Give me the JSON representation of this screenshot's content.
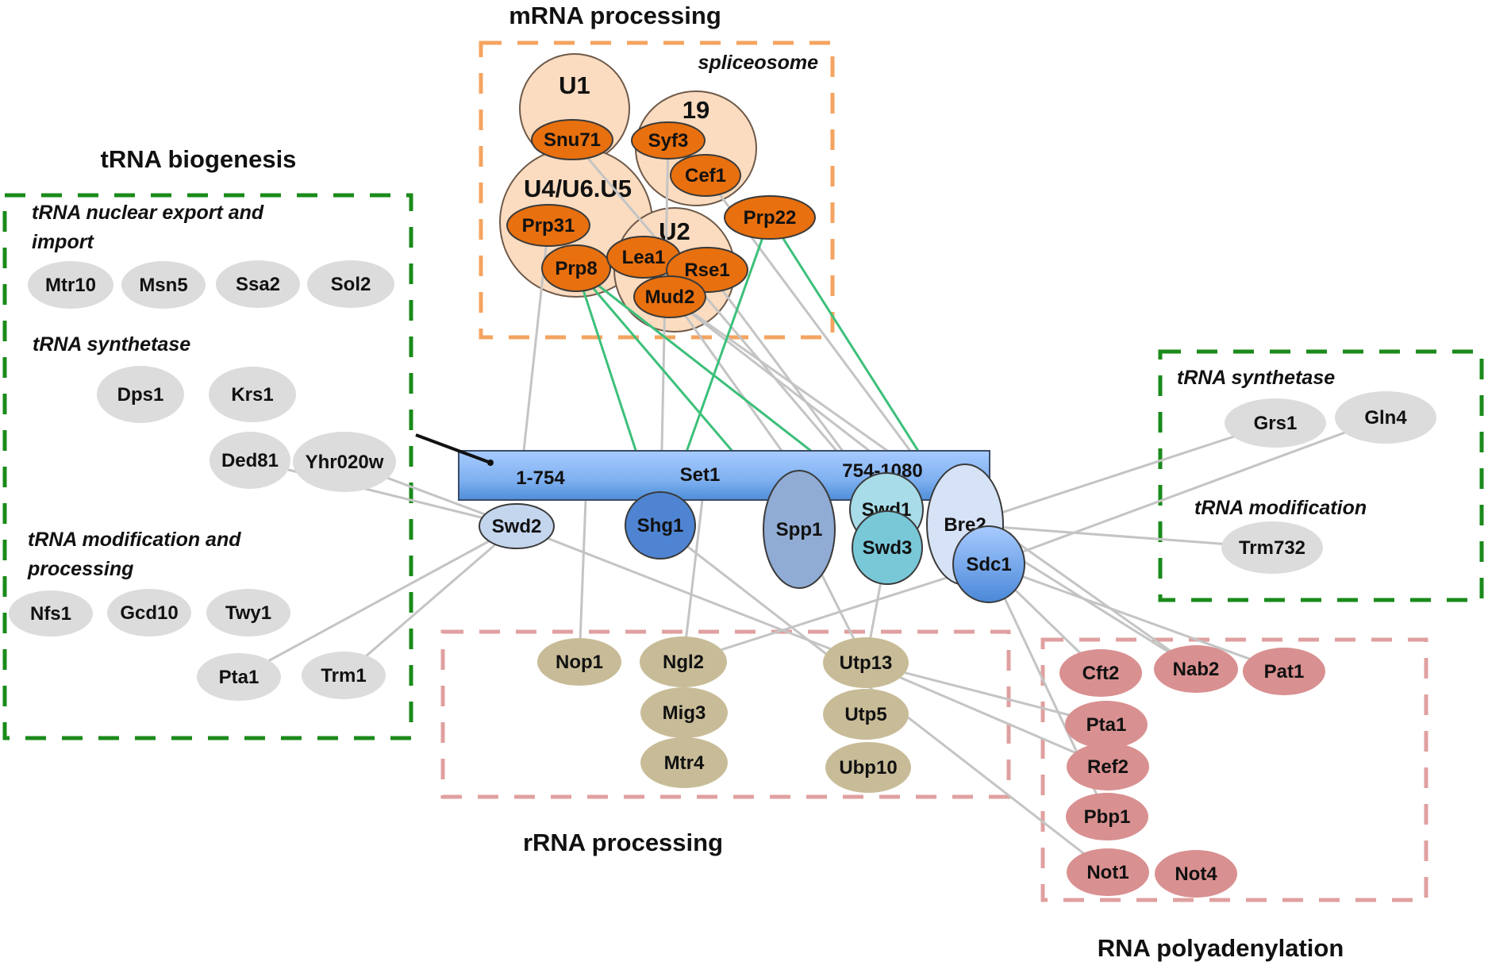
{
  "sections": {
    "mrna": {
      "title": "mRNA processing",
      "subtitle": "spliceosome",
      "color": "#f4a460"
    },
    "trna_left": {
      "title": "tRNA biogenesis",
      "color": "#1a8a1a",
      "groups": [
        "tRNA nuclear export and",
        "import",
        "tRNA synthetase",
        "tRNA modification and",
        "processing"
      ]
    },
    "trna_right": {
      "groups": [
        "tRNA synthetase",
        "tRNA modification"
      ],
      "color": "#1a8a1a"
    },
    "rrna": {
      "title": "rRNA processing",
      "color": "#e8a0a0"
    },
    "polya": {
      "title": "RNA polyadenylation",
      "color": "#e8a0a0"
    }
  },
  "complexes": [
    {
      "id": "U1",
      "label": "U1"
    },
    {
      "id": "19",
      "label": "19"
    },
    {
      "id": "U4U6U5",
      "label": "U4/U6.U5"
    },
    {
      "id": "U2",
      "label": "U2"
    }
  ],
  "set1": {
    "label": "Set1",
    "domain_n": "1-754",
    "domain_c": "754-1080"
  },
  "colors": {
    "splice_complex": "#fcdcc0",
    "splice_protein": "#e8700e",
    "trna": "#dcdcdc",
    "rrna": "#c8bc98",
    "polya": "#d99090",
    "edge": "#c4c4c4",
    "edge_green": "#3cc07a"
  },
  "nodes": {
    "Snu71": "Snu71",
    "Syf3": "Syf3",
    "Cef1": "Cef1",
    "Prp31": "Prp31",
    "Prp22": "Prp22",
    "Prp8": "Prp8",
    "Lea1": "Lea1",
    "Rse1": "Rse1",
    "Mud2": "Mud2",
    "Mtr10": "Mtr10",
    "Msn5": "Msn5",
    "Ssa2": "Ssa2",
    "Sol2": "Sol2",
    "Dps1": "Dps1",
    "Krs1": "Krs1",
    "Ded81": "Ded81",
    "Yhr020w": "Yhr020w",
    "Nfs1": "Nfs1",
    "Gcd10": "Gcd10",
    "Twy1": "Twy1",
    "Pta1a": "Pta1",
    "Trm1": "Trm1",
    "Grs1": "Grs1",
    "Gln4": "Gln4",
    "Trm732": "Trm732",
    "Swd2": "Swd2",
    "Shg1": "Shg1",
    "Spp1": "Spp1",
    "Swd1": "Swd1",
    "Swd3": "Swd3",
    "Bre2": "Bre2",
    "Sdc1": "Sdc1",
    "Nop1": "Nop1",
    "Ngl2": "Ngl2",
    "Mig3": "Mig3",
    "Mtr4": "Mtr4",
    "Utp13": "Utp13",
    "Utp5": "Utp5",
    "Ubp10": "Ubp10",
    "Cft2": "Cft2",
    "Nab2": "Nab2",
    "Pat1": "Pat1",
    "Pta1b": "Pta1",
    "Ref2": "Ref2",
    "Pbp1": "Pbp1",
    "Not1": "Not1",
    "Not4": "Not4"
  },
  "edges_green": [
    [
      "Prp8",
      "Shg1"
    ],
    [
      "Prp8",
      "Spp1"
    ],
    [
      "Prp8",
      "Swd1"
    ],
    [
      "Prp22",
      "Shg1"
    ],
    [
      "Prp22",
      "Bre2"
    ]
  ],
  "edges_gray": [
    [
      "Prp31",
      "Set1N"
    ],
    [
      "Snu71",
      "Swd1"
    ],
    [
      "Syf3",
      "Shg1"
    ],
    [
      "Cef1",
      "Bre2"
    ],
    [
      "Lea1",
      "Set1C"
    ],
    [
      "Rse1",
      "Swd1"
    ],
    [
      "Mud2",
      "Bre2"
    ],
    [
      "Prp8",
      "Swd1"
    ],
    [
      "Ded81",
      "Swd2"
    ],
    [
      "Yhr020w",
      "Swd2"
    ],
    [
      "Pta1a",
      "Swd2"
    ],
    [
      "Trm1",
      "Swd2"
    ],
    [
      "Grs1",
      "Bre2"
    ],
    [
      "Gln4",
      "Sdc1"
    ],
    [
      "Trm732",
      "Bre2"
    ],
    [
      "Nop1",
      "Set1N2"
    ],
    [
      "Ngl2",
      "Set1M"
    ],
    [
      "Ngl2",
      "Sdc1"
    ],
    [
      "Utp13",
      "Swd3"
    ],
    [
      "Utp13",
      "Spp1"
    ],
    [
      "Swd2",
      "Utp13"
    ],
    [
      "Utp13",
      "Pta1b"
    ],
    [
      "Utp13",
      "Ref2"
    ],
    [
      "Shg1",
      "Not1"
    ],
    [
      "Sdc1",
      "Cft2"
    ],
    [
      "Bre2",
      "Nab2"
    ],
    [
      "Sdc1",
      "Pat1"
    ],
    [
      "Sdc1",
      "Pbp1"
    ],
    [
      "Mud2",
      "Nab2"
    ]
  ]
}
